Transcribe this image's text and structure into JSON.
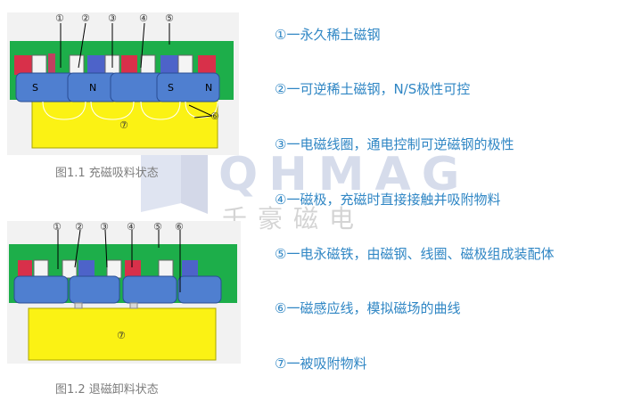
{
  "figure1": {
    "caption": "图1.1 充磁吸料状态",
    "markers": [
      "①",
      "②",
      "③",
      "④",
      "⑤",
      "⑥",
      "⑦"
    ],
    "pole_labels": [
      "S",
      "N",
      "S",
      "N"
    ]
  },
  "figure2": {
    "caption": "图1.2 退磁卸料状态",
    "markers": [
      "①",
      "②",
      "③",
      "④",
      "⑤",
      "⑥",
      "⑦"
    ]
  },
  "legend": [
    "①一永久稀土磁钢",
    "②一可逆稀土磁钢，N/S极性可控",
    "③一电磁线圈，通电控制可逆磁钢的极性",
    "④一磁极，充磁时直接接触并吸附物料",
    "⑤一电永磁铁，由磁钢、线圈、磁极组成装配体",
    "⑥一磁感应线，模拟磁场的曲线",
    "⑦一被吸附物料"
  ],
  "watermark": {
    "letters": "QHMAG",
    "chinese": "千豪磁电"
  },
  "colors": {
    "legend_text": "#2f86c4",
    "body_green": "#1dae4a",
    "pole_blue": "#4f7fd0",
    "material_yellow": "#fbf214",
    "magnet_red": "#d8304a",
    "caption_gray": "#7d7d7d"
  }
}
